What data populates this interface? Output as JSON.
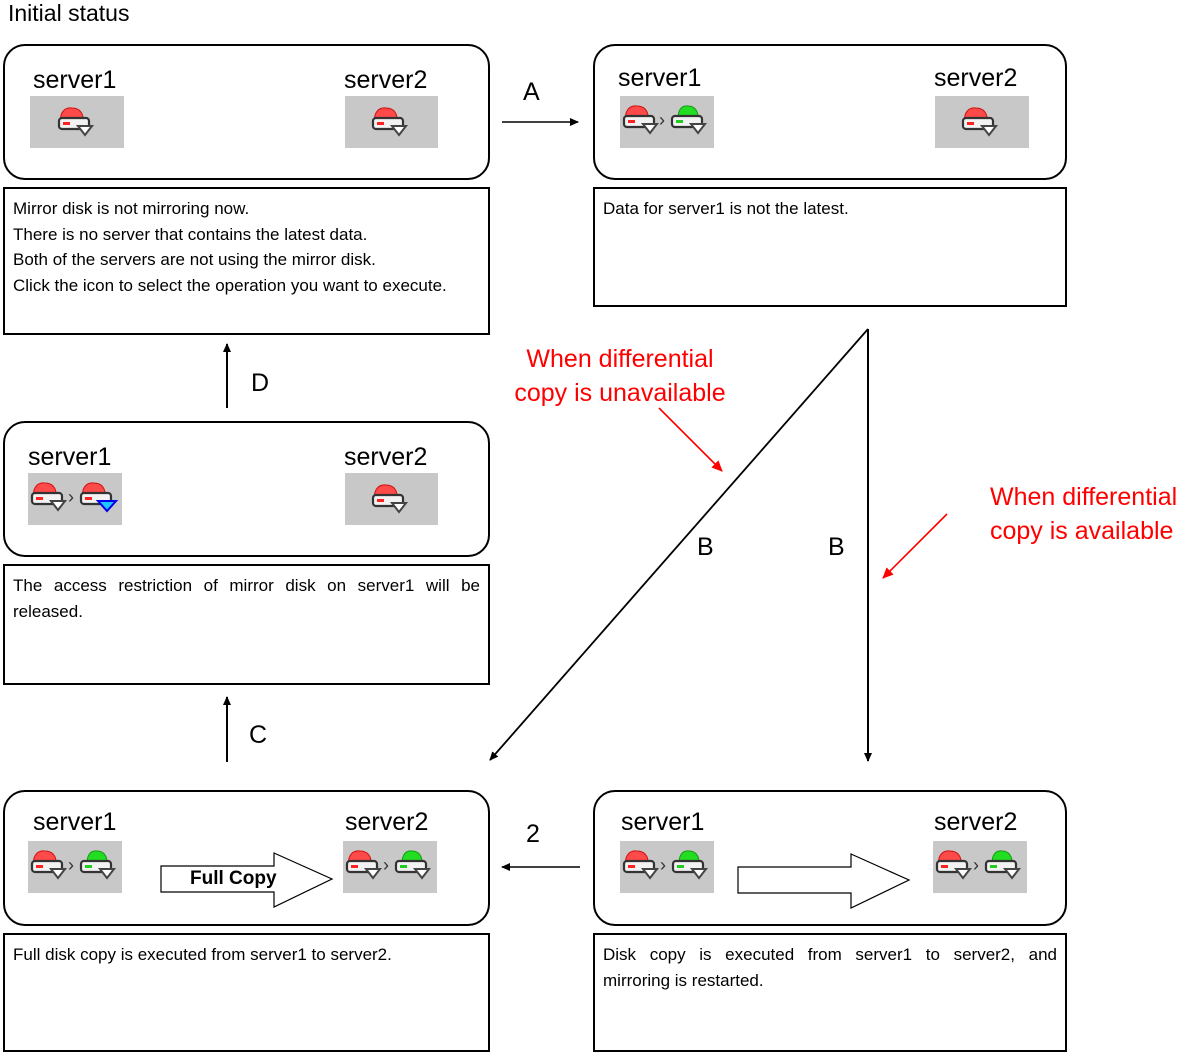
{
  "title": "Initial status",
  "server_labels": {
    "s1": "server1",
    "s2": "server2"
  },
  "panels": {
    "initial": {
      "description": [
        "Mirror disk is not mirroring now.",
        "There is no server that contains the latest data.",
        "Both of the servers are not using the mirror disk.",
        "Click the icon to select the operation you want to execute."
      ]
    },
    "after_a": {
      "description": "Data for server1 is not the latest."
    },
    "after_c": {
      "description": "The access restriction of mirror disk on server1 will be released."
    },
    "full_copy": {
      "description": "Full disk copy is executed from server1 to server2.",
      "arrow_label": "Full Copy"
    },
    "diff_copy": {
      "description": "Disk copy is executed from server1 to server2, and mirroring is restarted."
    }
  },
  "transitions": {
    "a": "A",
    "b_left": "B",
    "b_right": "B",
    "c": "C",
    "d": "D",
    "two": "2"
  },
  "notes": {
    "unavailable": [
      "When differential",
      "copy is unavailable"
    ],
    "available": [
      "When differential",
      "copy is available"
    ]
  },
  "icons": {
    "disk_error": "disk-error-icon",
    "disk_normal": "disk-normal-icon",
    "disk_access": "disk-access-icon"
  },
  "colors": {
    "error": "#ff4040",
    "normal": "#22cc22",
    "access": "#1a8cff",
    "note": "#ff0000",
    "icon_bg": "#c8c8c8"
  }
}
